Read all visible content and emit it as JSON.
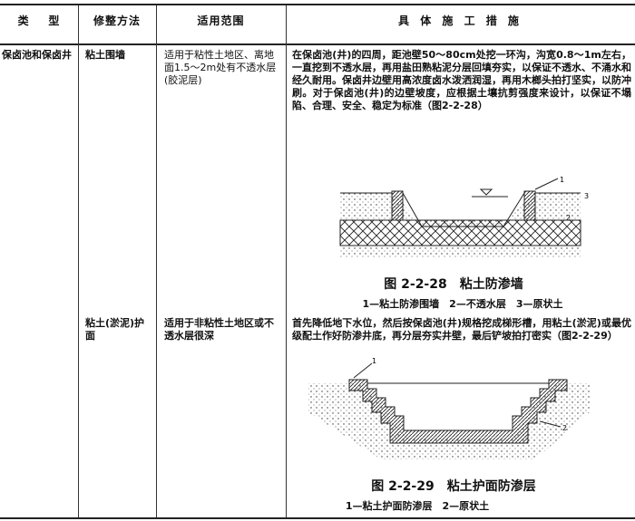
{
  "header": {
    "col_type": "类    型",
    "col_method": "修整方法",
    "col_scope": "适用范围",
    "col_measures": "具 体 施 工 措 施"
  },
  "rows": [
    {
      "type": "保卤池和保卤井",
      "method": "粘土围墙",
      "scope": "适用于粘性土地区、离地面1.5～2m处有不透水层(胶泥层)",
      "measures": "在保卤池(井)的四周，距池壁50～80cm处挖一环沟，沟宽0.8～1m左右，一直挖到不透水层，再用盐田熟粘泥分层回填夯实，以保证不透水、不涌水和经久耐用。保卤井边壁用高浓度卤水泼洒润湿，再用木榔头拍打坚实，以防冲刷。对于保卤池(井)的边壁坡度，应根据土壤抗剪强度来设计，以保证不塌陷、合理、安全、稳定为标准（图2-2-28）",
      "figure": {
        "title": "图 2-2-28　粘土防渗墙",
        "legend": "1—粘土防渗围墙　2—不透水层　3—原状土",
        "labels": [
          "1",
          "2",
          "3"
        ]
      }
    },
    {
      "type": "",
      "method": "粘土(淤泥)护面",
      "scope": "适用于非粘性土地区或不透水层很深",
      "measures": "首先降低地下水位，然后按保卤池(井)规格挖成梯形槽，用粘土(淤泥)或最优级配土作好防渗井底，再分层夯实井壁，最后铲坡拍打密实（图2-2-29）",
      "figure": {
        "title": "图 2-2-29　粘土护面防渗层",
        "legend": "1—粘土护面防渗层　2—原状土",
        "labels": [
          "1",
          "2"
        ]
      }
    }
  ]
}
